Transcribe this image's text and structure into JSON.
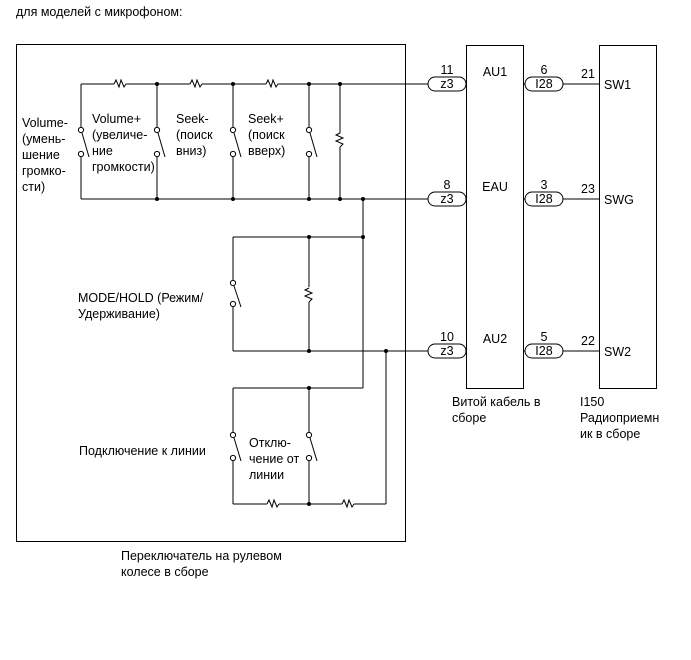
{
  "title": "для моделей с микрофоном:",
  "switch_assembly": {
    "label": [
      "Переключатель на рулевом",
      "колесе в сборе"
    ],
    "switches": {
      "volume_minus": [
        "Volume-",
        "(умень-",
        "шение",
        "громко-",
        "сти)"
      ],
      "volume_plus": [
        "Volume+",
        "(увеличе-",
        "ние",
        "громкости)"
      ],
      "seek_minus": [
        "Seek-",
        "(поиск",
        "вниз)"
      ],
      "seek_plus": [
        "Seek+",
        "(поиск",
        "вверх)"
      ],
      "mode_hold": [
        "MODE/HOLD (Режим/",
        "Удерживание)"
      ],
      "on_hook": [
        "Подключение к линии"
      ],
      "off_hook": [
        "Отклю-",
        "чение от",
        "линии"
      ]
    }
  },
  "spiral_cable": {
    "label": [
      "Витой кабель в",
      "сборе"
    ],
    "connector": "z3",
    "connector_out": "I28",
    "rows": [
      {
        "pin_in": "11",
        "signal": "AU1",
        "pin_out": "6"
      },
      {
        "pin_in": "8",
        "signal": "EAU",
        "pin_out": "3"
      },
      {
        "pin_in": "10",
        "signal": "AU2",
        "pin_out": "5"
      }
    ]
  },
  "radio": {
    "label": [
      "I150",
      "Радиоприемн",
      "ик в сборе"
    ],
    "rows": [
      {
        "pin": "21",
        "terminal": "SW1"
      },
      {
        "pin": "23",
        "terminal": "SWG"
      },
      {
        "pin": "22",
        "terminal": "SW2"
      }
    ]
  }
}
